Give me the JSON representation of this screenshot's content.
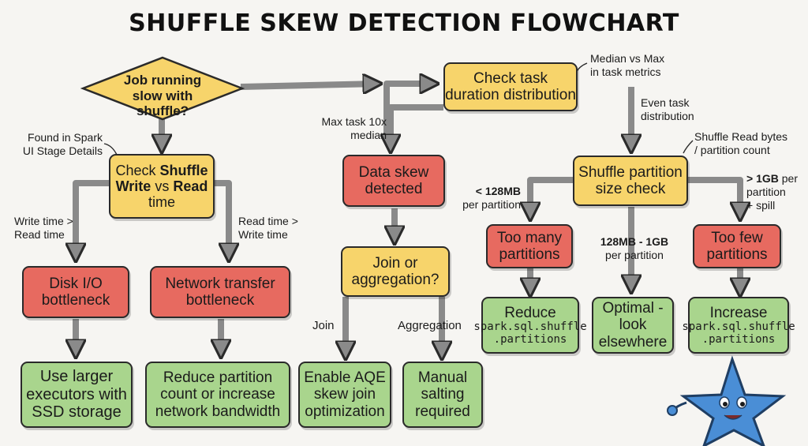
{
  "title": "SHUFFLE SKEW DETECTION FLOWCHART",
  "nodes": {
    "start": "Job running slow with shuffle?",
    "check_shuffle": {
      "pre": "Check ",
      "b1": "Shuffle Write",
      "mid": " vs ",
      "b2": "Read",
      "post": " time"
    },
    "disk_io": "Disk I/O bottleneck",
    "network": "Network transfer bottleneck",
    "larger_exec": "Use larger executors with SSD storage",
    "reduce_count": "Reduce partition count or increase network bandwidth",
    "check_task": "Check task duration distribution",
    "data_skew": "Data skew detected",
    "join_agg": "Join or aggregation?",
    "aqe": "Enable AQE skew join optimization",
    "salting": "Manual salting required",
    "partition_check": "Shuffle partition size check",
    "too_many": "Too many partitions",
    "too_few": "Too few partitions",
    "reduce_parts": {
      "line1": "Reduce",
      "line2": "spark.sql.shuffle",
      "line3": ".partitions"
    },
    "optimal": "Optimal - look elsewhere",
    "increase_parts": {
      "line1": "Increase",
      "line2": "spark.sql.shuffle",
      "line3": ".partitions"
    }
  },
  "labels": {
    "found_in": "Found in Spark UI Stage Details",
    "write_gt_read": "Write time > Read time",
    "read_gt_write": "Read time > Write time",
    "median_vs_max": "Median vs Max in task metrics",
    "max_task": "Max task 10x median",
    "even_task": "Even task distribution",
    "shuffle_read_bytes": "Shuffle Read bytes / partition count",
    "lt_128": {
      "bold": "< 128MB",
      "rest": "per partition"
    },
    "mid_range": {
      "bold": "128MB - 1GB",
      "rest": "per partition"
    },
    "gt_1gb": {
      "bold": "> 1GB",
      "rest1": "per",
      "rest2": "partition",
      "rest3": "+ spill"
    },
    "join": "Join",
    "aggregation": "Aggregation"
  },
  "colors": {
    "decision": "#f7d46b",
    "problem": "#e76a60",
    "solution": "#a9d58d",
    "arrow": "#8a8a8a"
  }
}
